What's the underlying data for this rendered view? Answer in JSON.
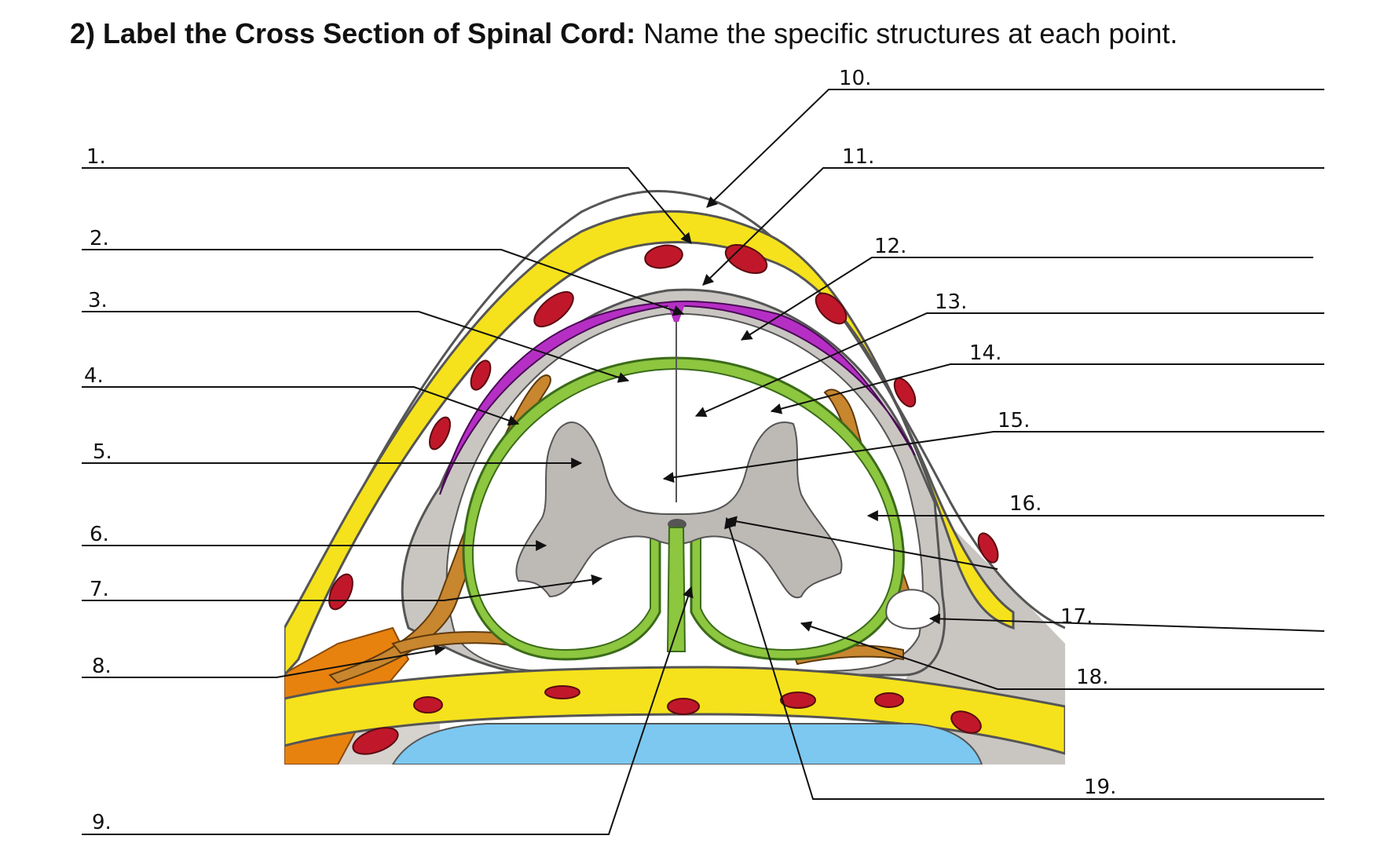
{
  "title": {
    "bold": "2) Label the Cross Section of Spinal Cord:",
    "rest": " Name the specific structures at each point."
  },
  "labels": [
    "1.",
    "2.",
    "3.",
    "4.",
    "5.",
    "6.",
    "7.",
    "8.",
    "9.",
    "10.",
    "11.",
    "12.",
    "13.",
    "14.",
    "15.",
    "16.",
    "17.",
    "18.",
    "19."
  ],
  "colors": {
    "bone_yellow": "#f5e21c",
    "blood_red": "#c0182a",
    "pia_green": "#8dc63f",
    "grey_matter": "#bdbab6",
    "arachnoid_purple": "#b52fc4",
    "nerve_brown": "#c8862e",
    "muscle_orange": "#e8820e",
    "fluid_blue": "#7cc8f0"
  }
}
